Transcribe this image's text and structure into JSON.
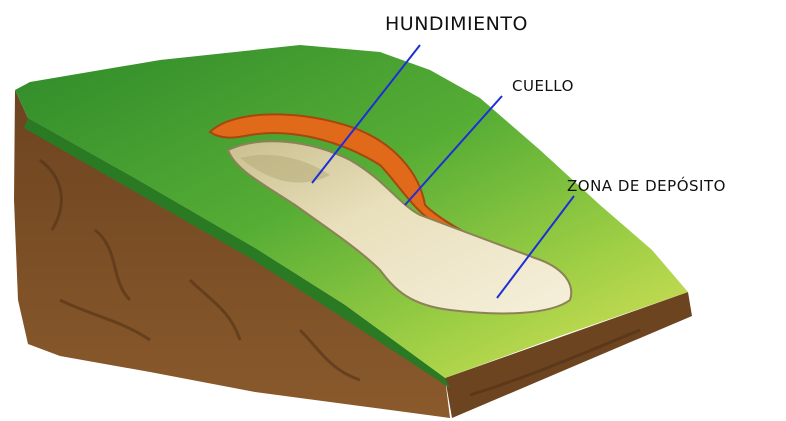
{
  "labels": {
    "hundimiento": "HUNDIMIENTO",
    "cuello": "CUELLO",
    "zona_deposito": "ZONA DE DEPÓSITO"
  },
  "colors": {
    "grass_dark": "#2f8a2a",
    "grass_light": "#7ec43a",
    "grass_yellow": "#d6df57",
    "soil": "#7a4e26",
    "soil_dark": "#4f3015",
    "scarp_orange": "#e06a1a",
    "deposit_cream": "#efe6c6",
    "leader_line": "#1e2fd6"
  }
}
